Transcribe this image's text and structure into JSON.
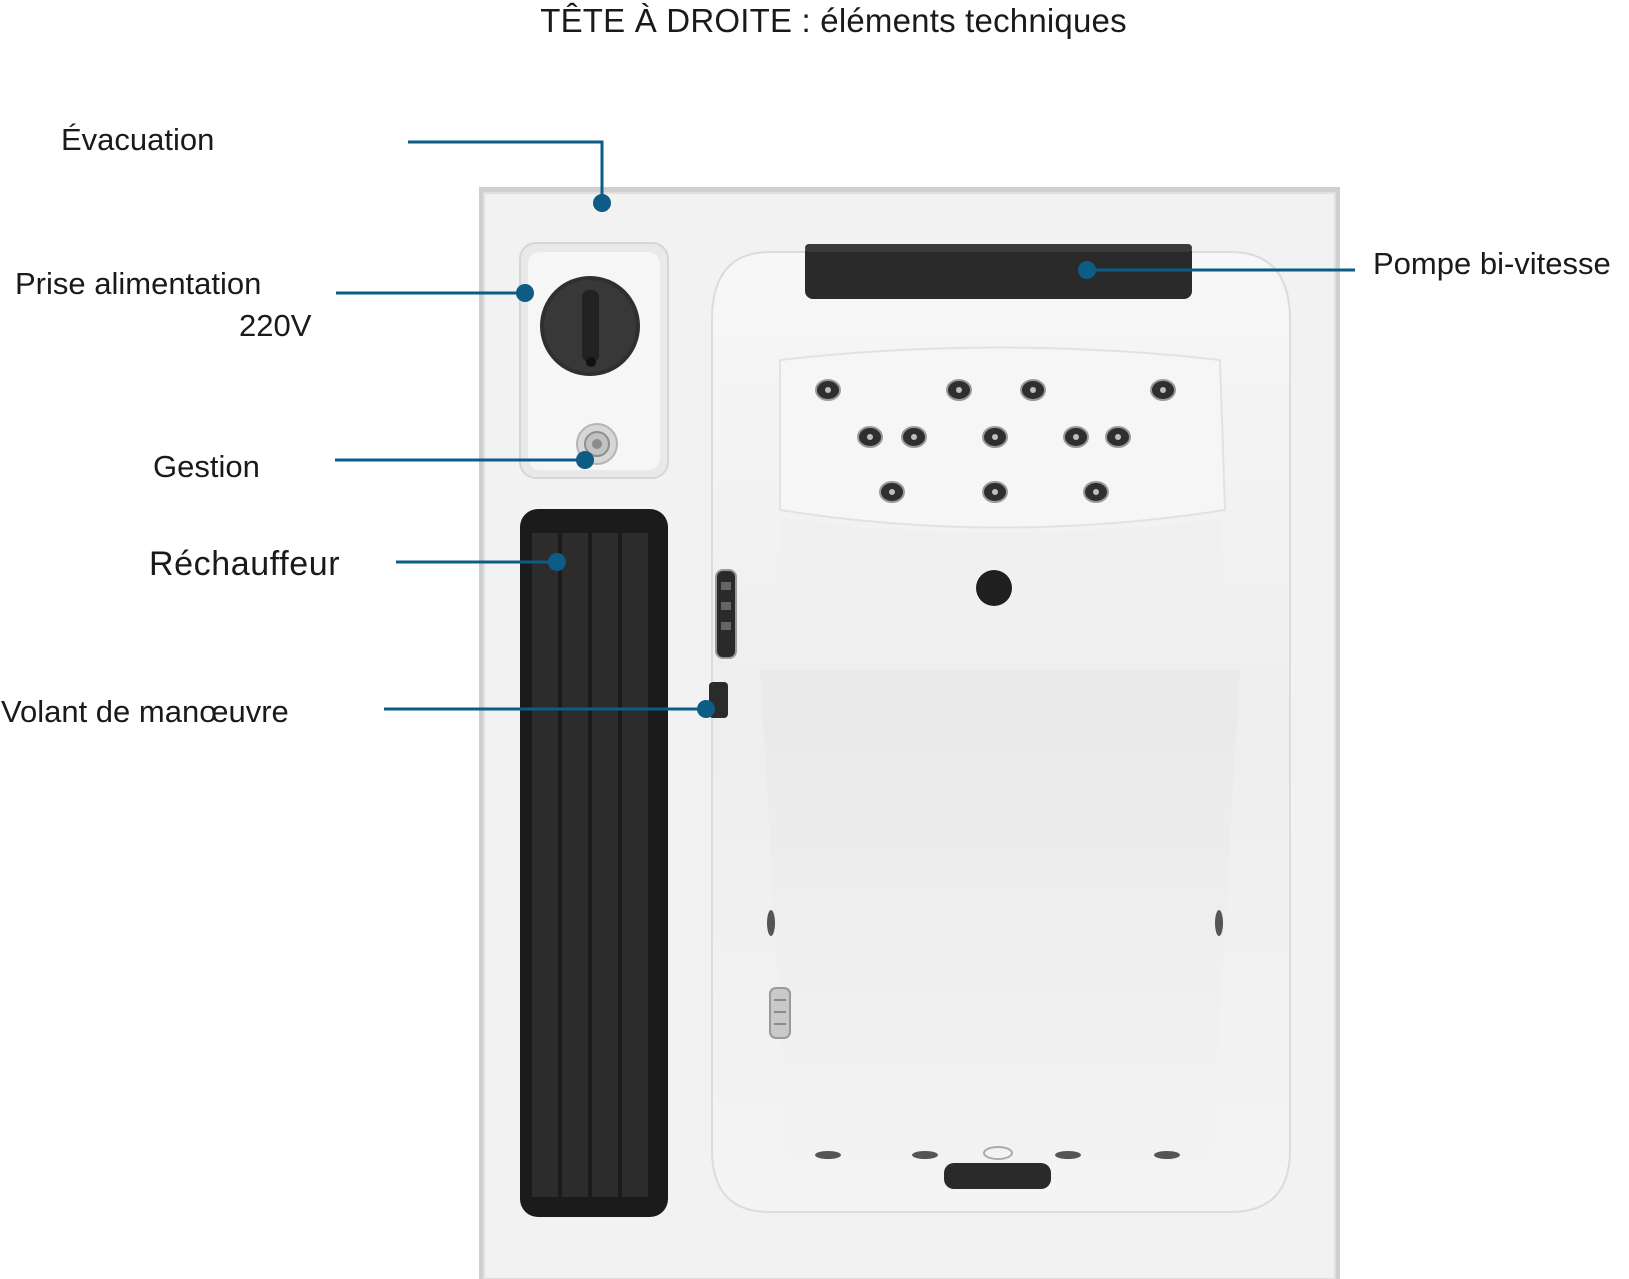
{
  "title": "TÊTE À  DROITE : éléments techniques",
  "colors": {
    "callout": "#0d5c85",
    "acrylic": "#f2f2f2",
    "frame": "#cfcfcf",
    "component": "#2b2b2b"
  },
  "labels": {
    "evacuation": "Évacuation",
    "prise_line1": "Prise alimentation",
    "prise_line2": "220V",
    "gestion": "Gestion",
    "rechauffeur": "Réchauffeur",
    "volant": "Volant de manœuvre",
    "pompe": "Pompe bi-vitesse"
  }
}
